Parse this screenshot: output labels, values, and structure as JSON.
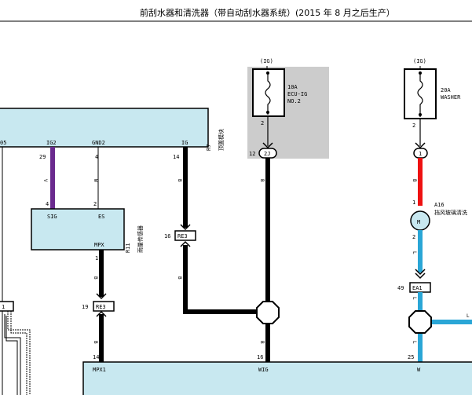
{
  "title": "前刮水器和清洗器（带自动刮水器系统）(2015 年 8 月之后生产）",
  "ig_labels": [
    "(IG)",
    "(IG)"
  ],
  "fuse_ecu": {
    "rating": "10A",
    "name": "ECU-IG",
    "number": "NO.2",
    "pin": "2"
  },
  "fuse_washer": {
    "rating": "20A",
    "name": "WASHER",
    "pin": "2"
  },
  "body_ecu": {
    "code": "R7",
    "name": "顶置模块",
    "pins": {
      "p05": "05",
      "ig2": "IG2",
      "gnd2": "GND2",
      "ig": "IG"
    },
    "pin_numbers": {
      "ig2": "29",
      "gnd2": "4",
      "ig": "14"
    }
  },
  "sensor": {
    "code": "R11",
    "name": "雨量传感器",
    "pins": {
      "sig": "SIG",
      "es": "ES",
      "mpx": "MPX"
    },
    "pin_numbers": {
      "sig": "4",
      "es": "2",
      "mpx": "1"
    }
  },
  "washer_motor": {
    "code": "A16",
    "name": "挡风玻璃清洗",
    "symbol": "M",
    "pin_top": "1",
    "pin_bottom": "2"
  },
  "connectors": {
    "re3_mid": {
      "label": "RE3",
      "pin": "16"
    },
    "re3_low": {
      "label": "RE3",
      "pin": "19"
    },
    "left_cut": {
      "label": "1"
    },
    "cj": {
      "label": "2J",
      "pin": "12"
    },
    "washer_top": {
      "label": "1"
    },
    "ea1": {
      "label": "EA1",
      "pin": "49"
    }
  },
  "wire_colors": {
    "violet": "V",
    "black": "B",
    "white": "W",
    "blue": "L"
  },
  "bottom_ecu": {
    "pins": {
      "mpx1": "MPX1",
      "wig": "WIG",
      "w": "W"
    },
    "pin_numbers": {
      "mpx1": "14",
      "wig": "16",
      "w": "25"
    }
  },
  "colors": {
    "violet_wire": "#6a2a8e",
    "black_wire": "#000000",
    "red_wire": "#ee1111",
    "blue_wire": "#2aa6d6",
    "component_fill": "#c8e8f0",
    "fuse_bg": "#cccccc"
  }
}
